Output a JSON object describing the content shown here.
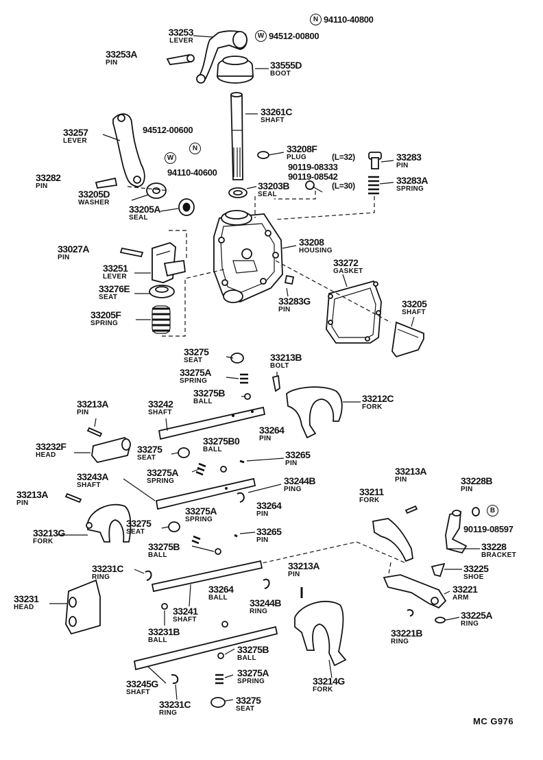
{
  "footer": "MC  G976",
  "codes": {
    "n_top": "94110-40800",
    "w_top": "94512-00800",
    "w_mid": "94512-00600",
    "n_mid": "94110-40600",
    "c1": "90119-08333",
    "c2": "90119-08542",
    "l32": "(L=32)",
    "l30": "(L=30)",
    "b_code": "90119-08597"
  },
  "markers": {
    "n": "N",
    "w": "W",
    "b": "B"
  },
  "parts": [
    {
      "id": "33253",
      "num": "33253",
      "name": "LEVER"
    },
    {
      "id": "33253A",
      "num": "33253A",
      "name": "PIN"
    },
    {
      "id": "33555D",
      "num": "33555D",
      "name": "BOOT"
    },
    {
      "id": "33261C",
      "num": "33261C",
      "name": "SHAFT"
    },
    {
      "id": "33257",
      "num": "33257",
      "name": "LEVER"
    },
    {
      "id": "33282",
      "num": "33282",
      "name": "PIN"
    },
    {
      "id": "33205D",
      "num": "33205D",
      "name": "WASHER"
    },
    {
      "id": "33205A",
      "num": "33205A",
      "name": "SEAL"
    },
    {
      "id": "33208F",
      "num": "33208F",
      "name": "PLUG"
    },
    {
      "id": "33203B",
      "num": "33203B",
      "name": "SEAL"
    },
    {
      "id": "33283",
      "num": "33283",
      "name": "PIN"
    },
    {
      "id": "33283A",
      "num": "33283A",
      "name": "SPRING"
    },
    {
      "id": "33027A",
      "num": "33027A",
      "name": "PIN"
    },
    {
      "id": "33251",
      "num": "33251",
      "name": "LEVER"
    },
    {
      "id": "33208",
      "num": "33208",
      "name": "HOUSING"
    },
    {
      "id": "33272",
      "num": "33272",
      "name": "GASKET"
    },
    {
      "id": "33276E",
      "num": "33276E",
      "name": "SEAT"
    },
    {
      "id": "33283G",
      "num": "33283G",
      "name": "PIN"
    },
    {
      "id": "33205",
      "num": "33205",
      "name": "SHAFT"
    },
    {
      "id": "33205F",
      "num": "33205F",
      "name": "SPRING"
    },
    {
      "id": "33275_1",
      "num": "33275",
      "name": "SEAT"
    },
    {
      "id": "33213B",
      "num": "33213B",
      "name": "BOLT"
    },
    {
      "id": "33275A_1",
      "num": "33275A",
      "name": "SPRING"
    },
    {
      "id": "33275B_1",
      "num": "33275B",
      "name": "BALL"
    },
    {
      "id": "33212C",
      "num": "33212C",
      "name": "FORK"
    },
    {
      "id": "33213A_1",
      "num": "33213A",
      "name": "PIN"
    },
    {
      "id": "33242",
      "num": "33242",
      "name": "SHAFT"
    },
    {
      "id": "33275B0",
      "num": "33275B0",
      "name": "BALL"
    },
    {
      "id": "33264_1",
      "num": "33264",
      "name": "PIN"
    },
    {
      "id": "33232F",
      "num": "33232F",
      "name": "HEAD"
    },
    {
      "id": "33275_2",
      "num": "33275",
      "name": "SEAT"
    },
    {
      "id": "33265_1",
      "num": "33265",
      "name": "PIN"
    },
    {
      "id": "33275A_2",
      "num": "33275A",
      "name": "SPRING"
    },
    {
      "id": "33243A",
      "num": "33243A",
      "name": "SHAFT"
    },
    {
      "id": "33244B_1",
      "num": "33244B",
      "name": "PING"
    },
    {
      "id": "33213A_2",
      "num": "33213A",
      "name": "PIN"
    },
    {
      "id": "33213A_3",
      "num": "33213A",
      "name": "PIN"
    },
    {
      "id": "33228B",
      "num": "33228B",
      "name": "PIN"
    },
    {
      "id": "33211",
      "num": "33211",
      "name": "FORK"
    },
    {
      "id": "33264_2",
      "num": "33264",
      "name": "PIN"
    },
    {
      "id": "33275A_3",
      "num": "33275A",
      "name": "SPRING"
    },
    {
      "id": "33275_3",
      "num": "33275",
      "name": "SEAT"
    },
    {
      "id": "33213G",
      "num": "33213G",
      "name": "FORK"
    },
    {
      "id": "33265_2",
      "num": "33265",
      "name": "PIN"
    },
    {
      "id": "33275B_2",
      "num": "33275B",
      "name": "BALL"
    },
    {
      "id": "33228",
      "num": "33228",
      "name": "BRACKET"
    },
    {
      "id": "33231C_1",
      "num": "33231C",
      "name": "RING"
    },
    {
      "id": "33213A_4",
      "num": "33213A",
      "name": "PIN"
    },
    {
      "id": "33225",
      "num": "33225",
      "name": "SHOE"
    },
    {
      "id": "33264_3",
      "num": "33264",
      "name": "BALL"
    },
    {
      "id": "33221",
      "num": "33221",
      "name": "ARM"
    },
    {
      "id": "33231",
      "num": "33231",
      "name": "HEAD"
    },
    {
      "id": "33244B_2",
      "num": "33244B",
      "name": "RING"
    },
    {
      "id": "33241",
      "num": "33241",
      "name": "SHAFT"
    },
    {
      "id": "33225A",
      "num": "33225A",
      "name": "RING"
    },
    {
      "id": "33231B",
      "num": "33231B",
      "name": "BALL"
    },
    {
      "id": "33221B",
      "num": "33221B",
      "name": "RING"
    },
    {
      "id": "33275B_3",
      "num": "33275B",
      "name": "BALL"
    },
    {
      "id": "33275A_4",
      "num": "33275A",
      "name": "SPRING"
    },
    {
      "id": "33245G",
      "num": "33245G",
      "name": "SHAFT"
    },
    {
      "id": "33214G",
      "num": "33214G",
      "name": "FORK"
    },
    {
      "id": "33231C_2",
      "num": "33231C",
      "name": "RING"
    },
    {
      "id": "33275_4",
      "num": "33275",
      "name": "SEAT"
    }
  ]
}
